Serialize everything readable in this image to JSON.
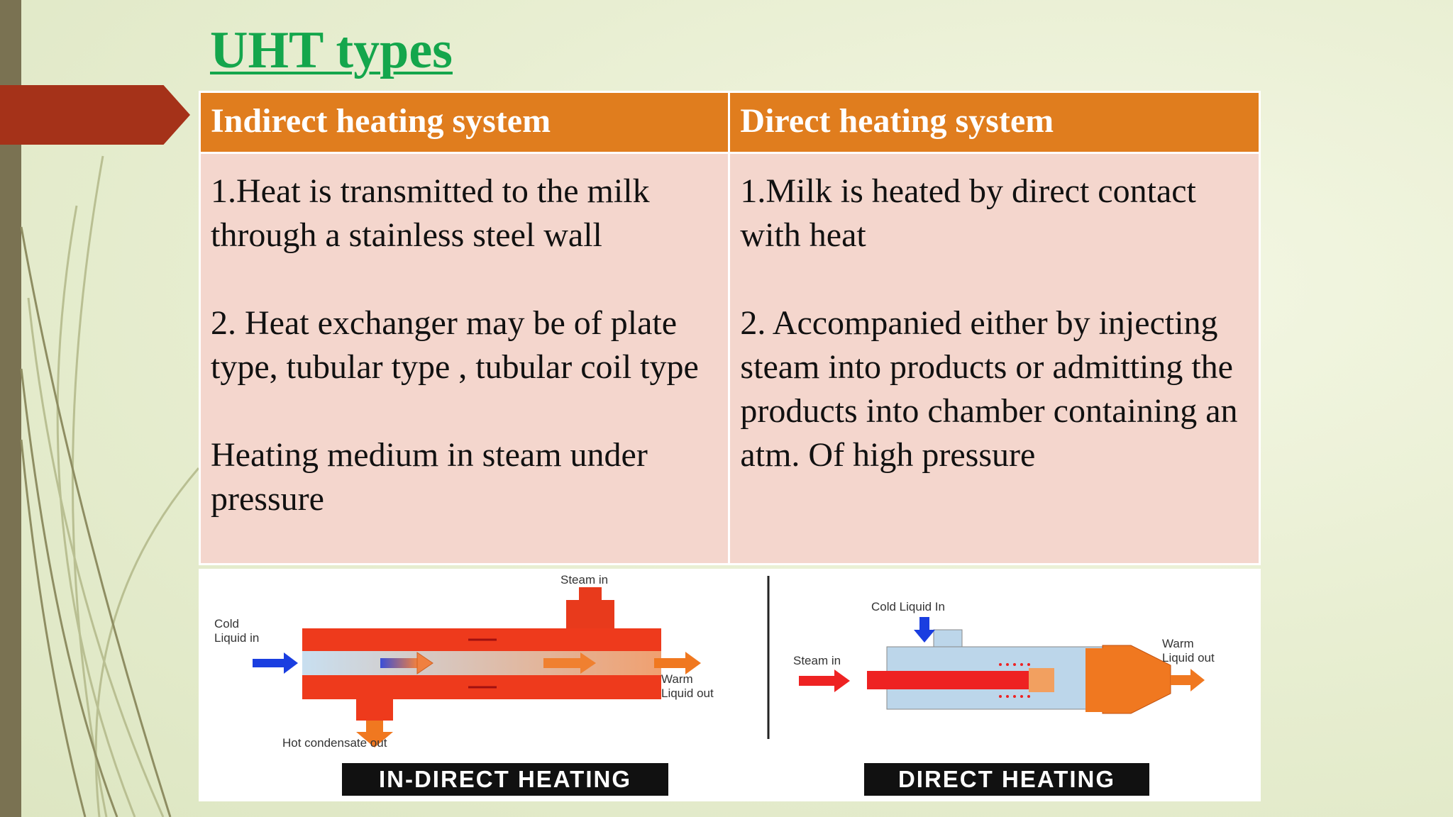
{
  "slide": {
    "title": "UHT types"
  },
  "table": {
    "headers": [
      "Indirect heating system",
      "Direct heating system"
    ],
    "indirect": [
      "1.Heat is transmitted to the milk through a stainless steel wall",
      "2. Heat exchanger may be of plate type, tubular type , tubular coil type",
      "Heating medium in steam under pressure"
    ],
    "direct": [
      "1.Milk is heated by direct contact with heat",
      "2. Accompanied either by injecting steam into products or admitting the products into chamber containing an atm. Of high pressure"
    ]
  },
  "diagram": {
    "indirect": {
      "steam_in": "Steam in",
      "cold_liquid_in": "Cold\nLiquid in",
      "warm_liquid_out": "Warm\nLiquid out",
      "hot_condensate_out": "Hot condensate out",
      "banner": "IN-DIRECT HEATING"
    },
    "direct": {
      "cold_liquid_in": "Cold Liquid In",
      "steam_in": "Steam in",
      "warm_liquid_out": "Warm\nLiquid out",
      "banner": "DIRECT HEATING"
    }
  },
  "colors": {
    "title": "#14a64c",
    "header_bg": "#e07d1e",
    "cell_bg": "#f4d6cd",
    "arrow_tab": "#a53219",
    "left_bar": "#7a7252"
  }
}
